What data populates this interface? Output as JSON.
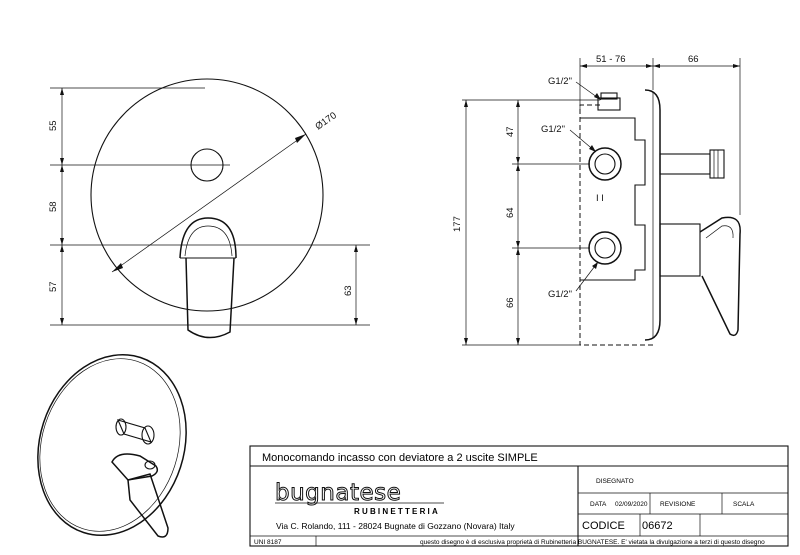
{
  "title": "Monocomando incasso con deviatore a 2 uscite SIMPLE",
  "brand": "bugnatese",
  "brand_sub": "RUBINETTERIA",
  "address": "Via C. Rolando, 111 - 28024 Bugnate di Gozzano (Novara) Italy",
  "norm": "UNI 8187",
  "footer_note": "questo disegno è di esclusiva proprietà di Rubinetteria BUGNATESE. E' vietata la divulgazione a terzi di questo disegno",
  "labels": {
    "disegnato": "DISEGNATO",
    "data": "DATA",
    "date": "02/09/2020",
    "revisione": "REVISIONE",
    "scala": "SCALA",
    "codice": "CODICE",
    "code": "06672"
  },
  "front_dims": {
    "d55": "55",
    "d58": "58",
    "d57": "57",
    "d63": "63",
    "diameter": "Ø170"
  },
  "side_dims": {
    "d51_76": "51 - 76",
    "d66_top": "66",
    "d177": "177",
    "d47": "47",
    "d64": "64",
    "d66_side": "66",
    "g_top": "G1/2\"",
    "g_mid": "G1/2\"",
    "g_bot": "G1/2\"",
    "mark": "I I"
  }
}
